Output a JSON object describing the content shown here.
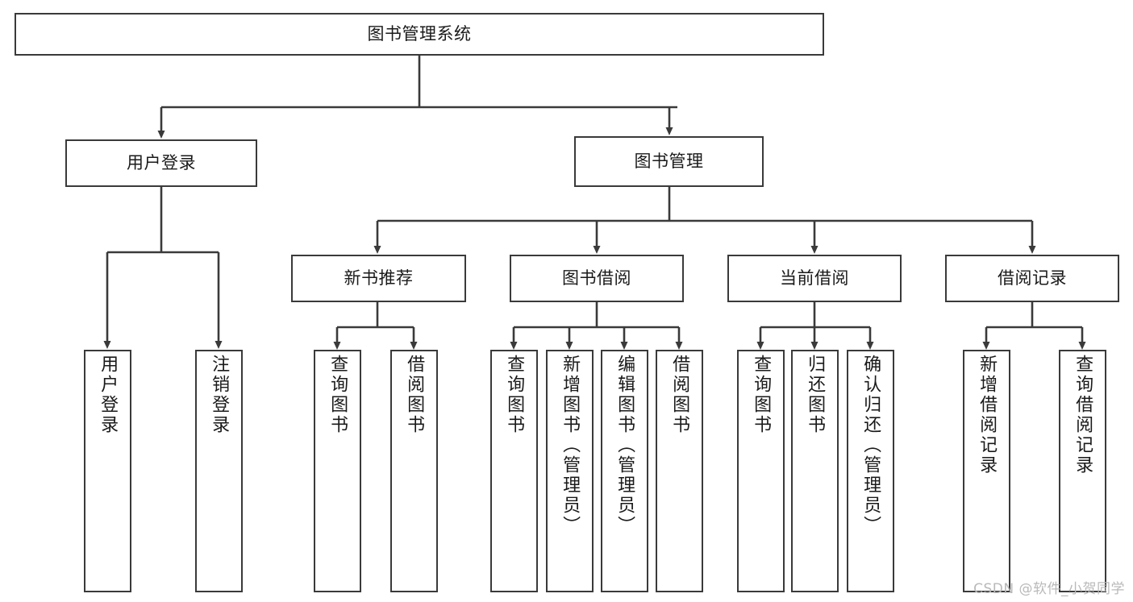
{
  "diagram": {
    "type": "tree-hierarchy-chart",
    "title": "图书管理系统",
    "root": {
      "id": "root",
      "label": "图书管理系统"
    },
    "level1": [
      {
        "id": "user-login",
        "label": "用户登录"
      },
      {
        "id": "book-manage",
        "label": "图书管理"
      }
    ],
    "level2": [
      {
        "id": "new-book-recommend",
        "label": "新书推荐",
        "parent": "book-manage"
      },
      {
        "id": "book-borrow",
        "label": "图书借阅",
        "parent": "book-manage"
      },
      {
        "id": "current-borrow",
        "label": "当前借阅",
        "parent": "book-manage"
      },
      {
        "id": "borrow-record",
        "label": "借阅记录",
        "parent": "book-manage"
      }
    ],
    "leaves": {
      "user-login": [
        {
          "id": "leaf-user-login",
          "label": "用户登录"
        },
        {
          "id": "leaf-logout",
          "label": "注销登录"
        }
      ],
      "new-book-recommend": [
        {
          "id": "leaf-query-book-1",
          "label": "查询图书"
        },
        {
          "id": "leaf-borrow-book-1",
          "label": "借阅图书"
        }
      ],
      "book-borrow": [
        {
          "id": "leaf-query-book-2",
          "label": "查询图书"
        },
        {
          "id": "leaf-add-book",
          "label": "新增图书（管理员）"
        },
        {
          "id": "leaf-edit-book",
          "label": "编辑图书（管理员）"
        },
        {
          "id": "leaf-borrow-book-2",
          "label": "借阅图书"
        }
      ],
      "current-borrow": [
        {
          "id": "leaf-query-book-3",
          "label": "查询图书"
        },
        {
          "id": "leaf-return-book",
          "label": "归还图书"
        },
        {
          "id": "leaf-confirm-return",
          "label": "确认归还（管理员）"
        }
      ],
      "borrow-record": [
        {
          "id": "leaf-add-record",
          "label": "新增借阅记录"
        },
        {
          "id": "leaf-query-record",
          "label": "查询借阅记录"
        }
      ]
    },
    "colors": {
      "box_border": "#3a3a3a",
      "box_fill": "#ffffff",
      "connector": "#3a3a3a",
      "text": "#1a1a1a",
      "watermark": "#b9b9b9",
      "background": "#ffffff"
    }
  },
  "watermark": {
    "text": "CSDN @软件_小贺同学"
  }
}
